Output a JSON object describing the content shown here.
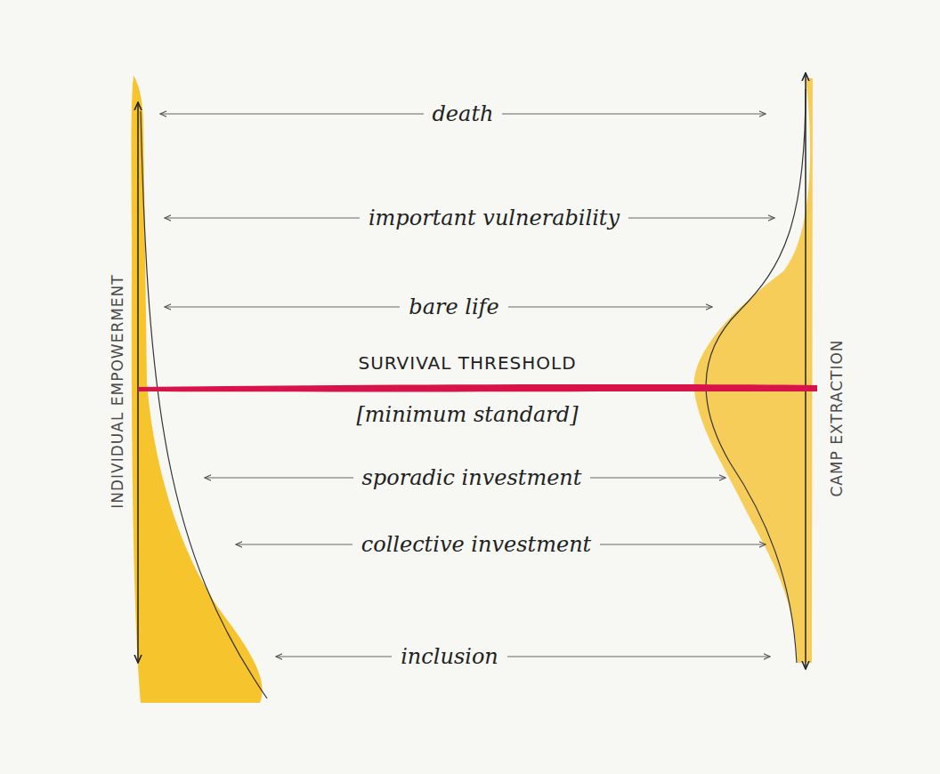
{
  "diagram": {
    "labels": [
      "death",
      "important vulnerability",
      "bare life",
      "SURVIVAL THRESHOLD",
      "[minimum standard]",
      "sporadic investment",
      "collective investment",
      "inclusion",
      "INDIVIDUAL EMPOWERMENT",
      "CAMP EXTRACTION"
    ]
  }
}
